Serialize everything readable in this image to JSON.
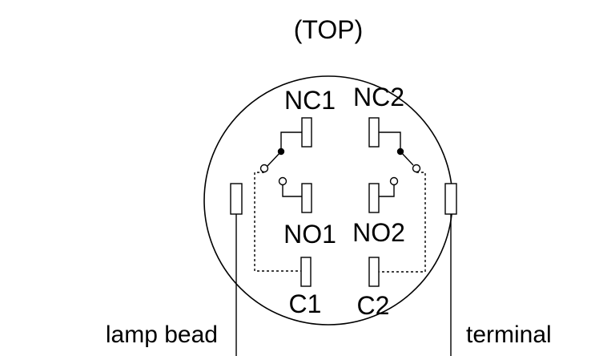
{
  "labels": {
    "top": "(TOP)",
    "nc1": "NC1",
    "nc2": "NC2",
    "no1": "NO1",
    "no2": "NO2",
    "c1": "C1",
    "c2": "C2",
    "lamp_bead": "lamp bead",
    "terminal": "terminal"
  },
  "colors": {
    "line": "#000000",
    "background": "#ffffff"
  }
}
